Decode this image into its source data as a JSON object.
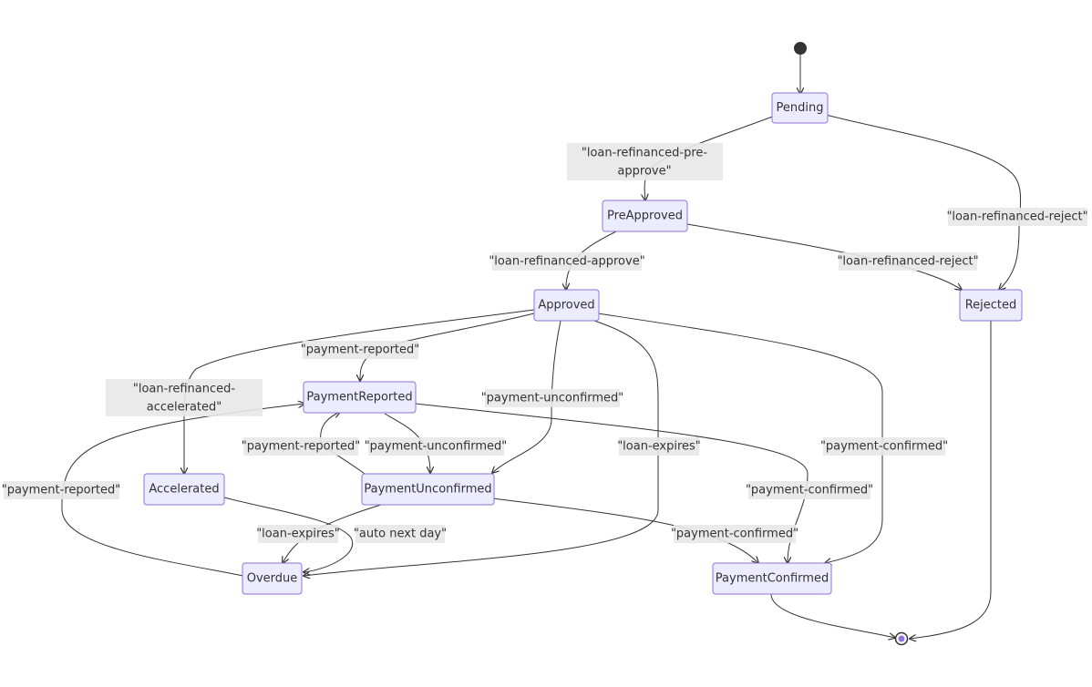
{
  "states": {
    "pending": "Pending",
    "preapproved": "PreApproved",
    "approved": "Approved",
    "rejected": "Rejected",
    "payment_reported": "PaymentReported",
    "accelerated": "Accelerated",
    "payment_unconfirmed": "PaymentUnconfirmed",
    "overdue": "Overdue",
    "payment_confirmed": "PaymentConfirmed"
  },
  "transitions": {
    "pending_preapproved": [
      "\"loan-refinanced-pre-",
      "approve\""
    ],
    "pending_rejected": [
      "\"loan-refinanced-reject\""
    ],
    "preapproved_approved": [
      "\"loan-refinanced-approve\""
    ],
    "preapproved_rejected": [
      "\"loan-refinanced-reject\""
    ],
    "approved_payment_reported": [
      "\"payment-reported\""
    ],
    "approved_accelerated": [
      "\"loan-refinanced-",
      "accelerated\""
    ],
    "approved_payment_unconfirmed": [
      "\"payment-unconfirmed\""
    ],
    "approved_overdue": [
      "\"loan-expires\""
    ],
    "approved_payment_confirmed": [
      "\"payment-confirmed\""
    ],
    "payment_unconfirmed_payment_reported": [
      "\"payment-reported\""
    ],
    "payment_reported_payment_unconfirmed": [
      "\"payment-unconfirmed\""
    ],
    "payment_reported_payment_confirmed": [
      "\"payment-confirmed\""
    ],
    "overdue_payment_reported": [
      "\"payment-reported\""
    ],
    "payment_unconfirmed_overdue": [
      "\"loan-expires\""
    ],
    "accelerated_overdue": [
      "\"auto next day\""
    ],
    "payment_unconfirmed_payment_confirmed": [
      "\"payment-confirmed\""
    ]
  }
}
